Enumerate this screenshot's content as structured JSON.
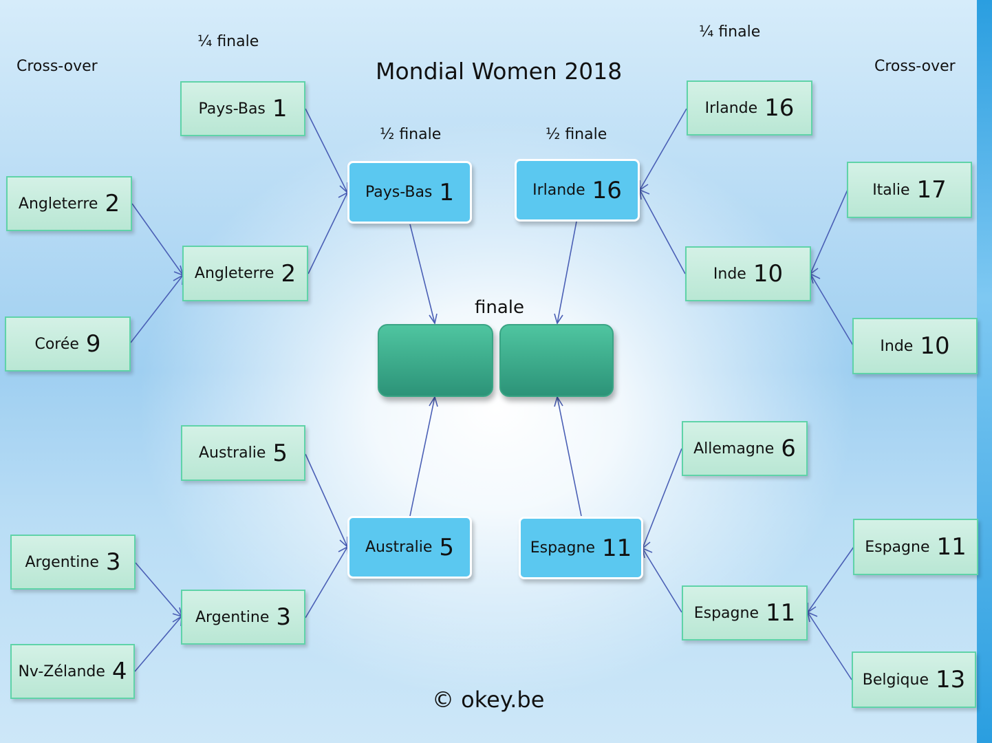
{
  "title": "Mondial Women 2018",
  "copyright": "© okey.be",
  "labels": {
    "crossover_left": "Cross-over",
    "crossover_right": "Cross-over",
    "quarter_left": "¼ finale",
    "quarter_right": "¼ finale",
    "semi_left": "½ finale",
    "semi_right": "½ finale",
    "final": "finale"
  },
  "teams": {
    "co_l1": {
      "name": "Angleterre",
      "rank": "2"
    },
    "co_l2": {
      "name": "Corée",
      "rank": "9"
    },
    "co_l3": {
      "name": "Argentine",
      "rank": "3"
    },
    "co_l4": {
      "name": "Nv-Zélande",
      "rank": "4"
    },
    "qf_l1": {
      "name": "Pays-Bas",
      "rank": "1"
    },
    "qf_l2": {
      "name": "Angleterre",
      "rank": "2"
    },
    "qf_l3": {
      "name": "Australie",
      "rank": "5"
    },
    "qf_l4": {
      "name": "Argentine",
      "rank": "3"
    },
    "sf_l1": {
      "name": "Pays-Bas",
      "rank": "1"
    },
    "sf_l2": {
      "name": "Australie",
      "rank": "5"
    },
    "sf_r1": {
      "name": "Irlande",
      "rank": "16"
    },
    "sf_r2": {
      "name": "Espagne",
      "rank": "11"
    },
    "qf_r1": {
      "name": "Irlande",
      "rank": "16"
    },
    "qf_r2": {
      "name": "Inde",
      "rank": "10"
    },
    "qf_r3": {
      "name": "Allemagne",
      "rank": "6"
    },
    "qf_r4": {
      "name": "Espagne",
      "rank": "11"
    },
    "co_r1": {
      "name": "Italie",
      "rank": "17"
    },
    "co_r2": {
      "name": "Inde",
      "rank": "10"
    },
    "co_r3": {
      "name": "Espagne",
      "rank": "11"
    },
    "co_r4": {
      "name": "Belgique",
      "rank": "13"
    }
  },
  "colors": {
    "team_box": "#b9e7d4",
    "semi_box": "#5bc8f0",
    "final_box": "#2c9378",
    "connector": "#4a5fb5"
  }
}
